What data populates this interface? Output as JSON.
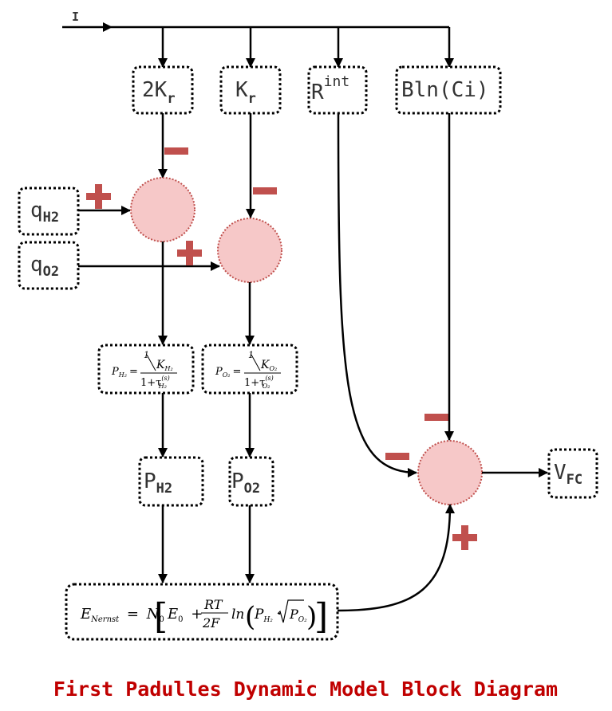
{
  "diagram": {
    "title": "First Padulles Dynamic Model Block Diagram",
    "input_label": "I",
    "blocks": {
      "two_kr": {
        "main": "2K",
        "sub": "r"
      },
      "kr": {
        "main": "K",
        "sub": "r"
      },
      "rint": {
        "main": "R",
        "sup": "int"
      },
      "bln": {
        "text": "Bln(Ci)"
      },
      "qh2": {
        "main": "q",
        "sub": "H2"
      },
      "qo2": {
        "main": "q",
        "sub": "O2"
      },
      "ph2": {
        "main": "P",
        "sub": "H2"
      },
      "po2": {
        "main": "P",
        "sub": "O2"
      },
      "vfc": {
        "main": "V",
        "sub": "FC"
      }
    },
    "transfer_functions": {
      "ph2": {
        "lhs": "P",
        "lhs_sub": "H₂",
        "num_one": "1",
        "num_k": "K",
        "num_k_sub": "H₂",
        "den": "1+τ",
        "den_sup": "(s)",
        "den_sub": "H₂"
      },
      "po2": {
        "lhs": "P",
        "lhs_sub": "O₂",
        "num_one": "1",
        "num_k": "K",
        "num_k_sub": "O₂",
        "den": "1+τ",
        "den_sup": "(s)",
        "den_sub": "O₂"
      }
    },
    "nernst": {
      "lhs": "E",
      "lhs_sub": "Nernst",
      "eq": "=",
      "n0": "N",
      "n0_sub": "0",
      "e0": "E",
      "e0_sub": "0",
      "plus": "+",
      "rt": "RT",
      "twof": "2F",
      "ln": "ln",
      "p_h2": "P",
      "p_h2_sub": "H₂",
      "dot": "·",
      "p_o2": "P",
      "p_o2_sub": "O₂"
    },
    "signs": {
      "plus": "plus",
      "minus": "minus"
    },
    "colors": {
      "summer_fill": "#f6c8c8",
      "summer_stroke": "#c0504d",
      "sign": "#c0504d",
      "title": "#c00000"
    }
  }
}
